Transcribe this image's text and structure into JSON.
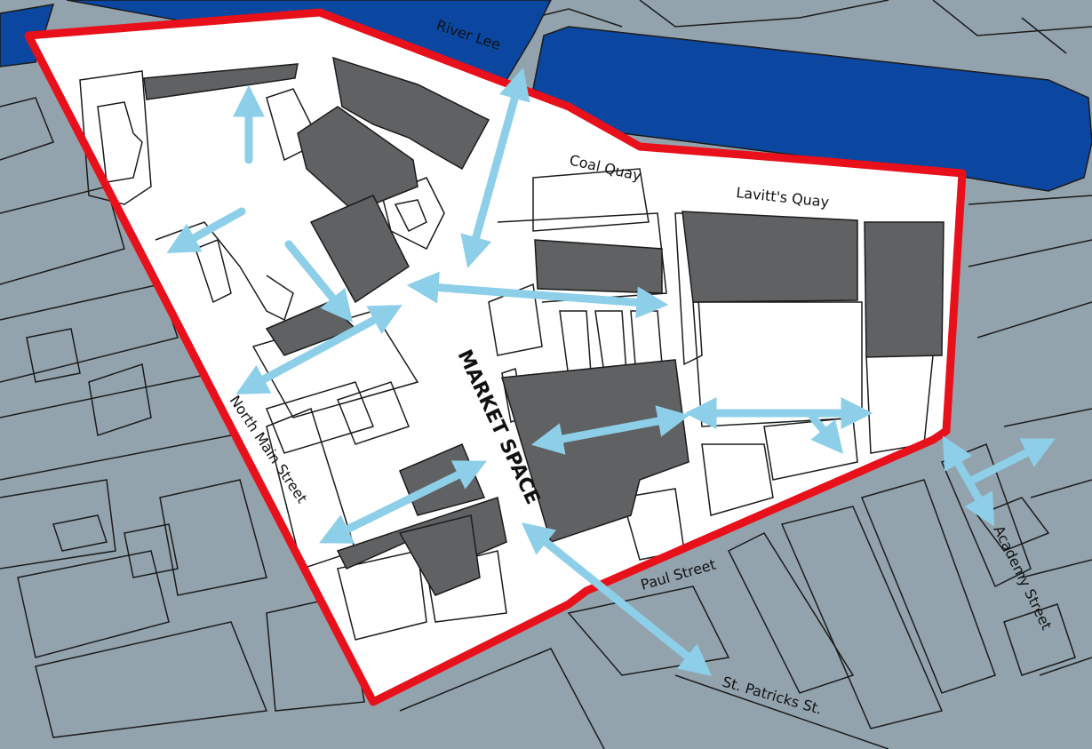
{
  "map": {
    "colors": {
      "background_blocks": "#93a3ad",
      "river": "#0b47a0",
      "boundary": "#e8101a",
      "site": "#ffffff",
      "buildings": "#5f6163",
      "arrows": "#8dcfe8",
      "lines": "#1b1b1b"
    },
    "labels": {
      "river": "River Lee",
      "coal_quay": "Coal Quay",
      "lavitts_quay": "Lavitt's Quay",
      "market_space": "MARKET SPACE",
      "north_main_street": "North Main Street",
      "paul_street": "Paul Street",
      "academy_street": "Academy Street",
      "st_patricks_st": "St. Patricks St."
    }
  }
}
